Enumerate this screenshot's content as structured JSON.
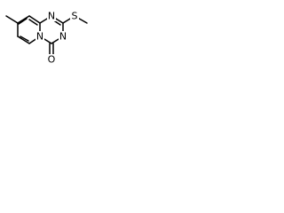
{
  "structure": {
    "atoms": {
      "n_ring": "N",
      "n_bridge": "N",
      "n_lower": "N",
      "oxygen": "O",
      "sulfur": "S"
    }
  }
}
